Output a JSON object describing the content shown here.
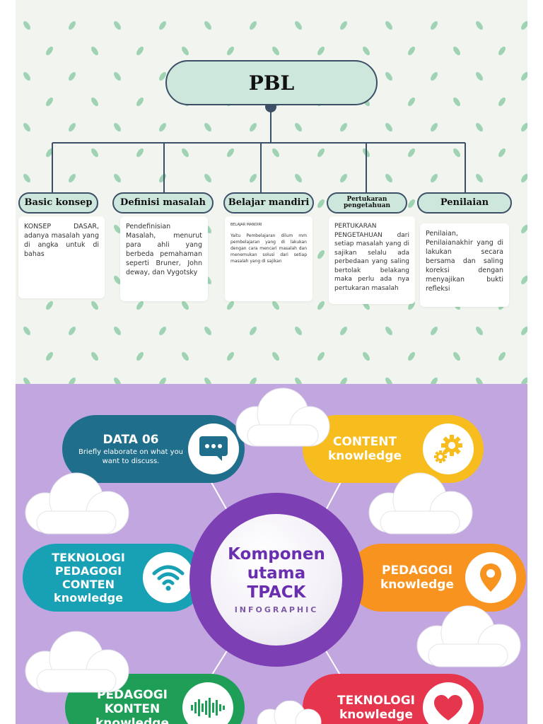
{
  "pbl": {
    "title": "PBL",
    "categories": [
      {
        "title": "Basic konsep",
        "text": "KONSEP DASAR, adanya masalah yang di angka untuk di bahas"
      },
      {
        "title": "Definisi masalah",
        "text": "Pendefinisian Masalah, menurut para ahli yang berbeda pemahaman seperti Bruner, John deway, dan Vygotsky"
      },
      {
        "title": "Belajar mandiri",
        "heading": "BELAJAR MANDIRI",
        "text": "Yaitu Pembelajaran dilum mm pembelajaran yang di lakukan dengan cara mencari masalah dan menemukan solusi dari setiap masalah yang di sajikan"
      },
      {
        "title": "Pertukaran pengetahuan",
        "text": "PERTUKARAN PENGETAHUAN dari setiap masalah yang di sajikan selalu ada perbedaan yang saling bertolak belakang maka perlu ada nya pertukaran masalah"
      },
      {
        "title": "Penilaian",
        "text": "Penilaian, Penilaianakhir yang di lakukan secara bersama dan saling koreksi dengan menyajikan bukti refleksi"
      }
    ],
    "colors": {
      "background": "#f2f4ef",
      "box_fill": "#cde7dd",
      "box_border": "#3b4f66",
      "leaf": "#9ed3b3"
    }
  },
  "tpack": {
    "center": {
      "line1": "Komponen",
      "line2": "utama",
      "line3": "TPACK",
      "subtitle": "INFOGRAPHIC"
    },
    "items": [
      {
        "title": "DATA 06",
        "desc": "Briefly elaborate on what you want to discuss.",
        "icon": "chat-icon",
        "color": "#1f6e8c"
      },
      {
        "title": "CONTENT",
        "subtitle": "knowledge",
        "icon": "gears-icon",
        "color": "#f7bd1e"
      },
      {
        "line1": "TEKNOLOGI",
        "line2": "PEDAGOGI",
        "line3": "CONTEN",
        "line4": "knowledge",
        "icon": "wifi-icon",
        "color": "#18a0b4"
      },
      {
        "title": "PEDAGOGI",
        "subtitle": "knowledge",
        "icon": "location-pin-icon",
        "color": "#f7931e"
      },
      {
        "line1": "PEDAGOGI",
        "line2": "KONTEN",
        "line3": "knowledge",
        "icon": "soundwave-icon",
        "color": "#1f9e58"
      },
      {
        "title": "TEKNOLOGI",
        "subtitle": "knowledge",
        "icon": "heart-icon",
        "color": "#e5364e"
      }
    ],
    "colors": {
      "background": "#c2a6e0",
      "ring": "#7d3fb4",
      "center_text": "#6a2fb0"
    }
  }
}
